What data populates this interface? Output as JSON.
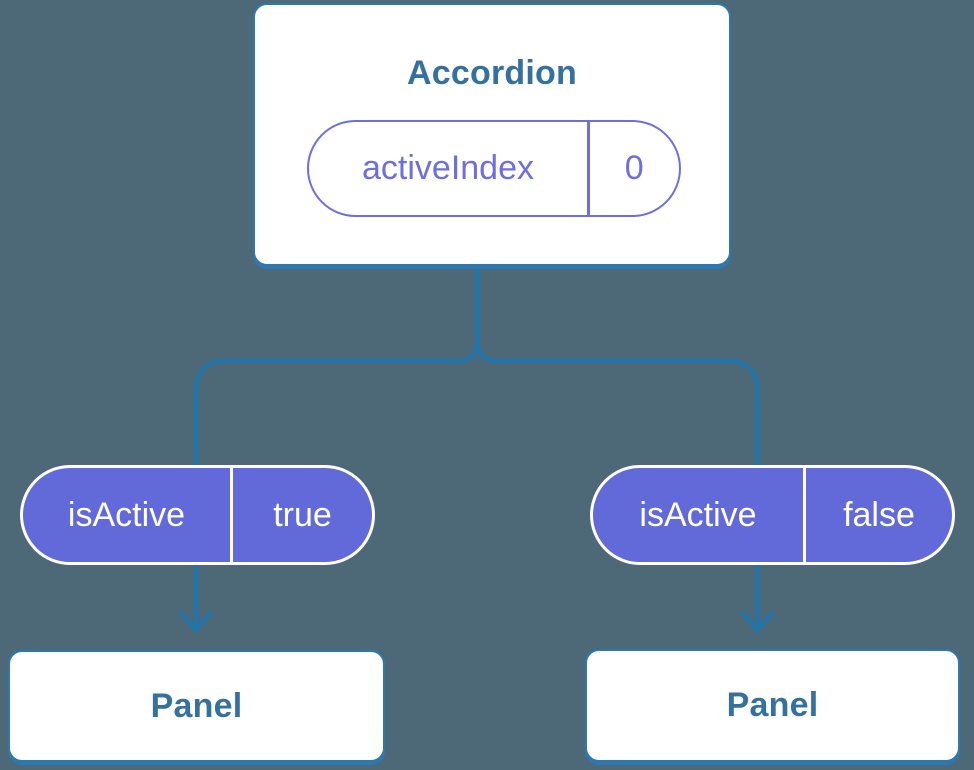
{
  "diagram": {
    "root": {
      "title": "Accordion",
      "prop": {
        "name": "activeIndex",
        "value": "0"
      }
    },
    "children": [
      {
        "state": {
          "name": "isActive",
          "value": "true"
        },
        "panel_label": "Panel"
      },
      {
        "state": {
          "name": "isActive",
          "value": "false"
        },
        "panel_label": "Panel"
      }
    ],
    "colors": {
      "background": "#4D6876",
      "card_border": "#2E78B0",
      "card_fill": "#FFFFFF",
      "connector": "#2274A9",
      "heading_text": "#35719E",
      "outline_pill": "#6F6EE1",
      "state_pill_fill": "#6269D8",
      "state_pill_text": "#FFFFFF"
    }
  }
}
